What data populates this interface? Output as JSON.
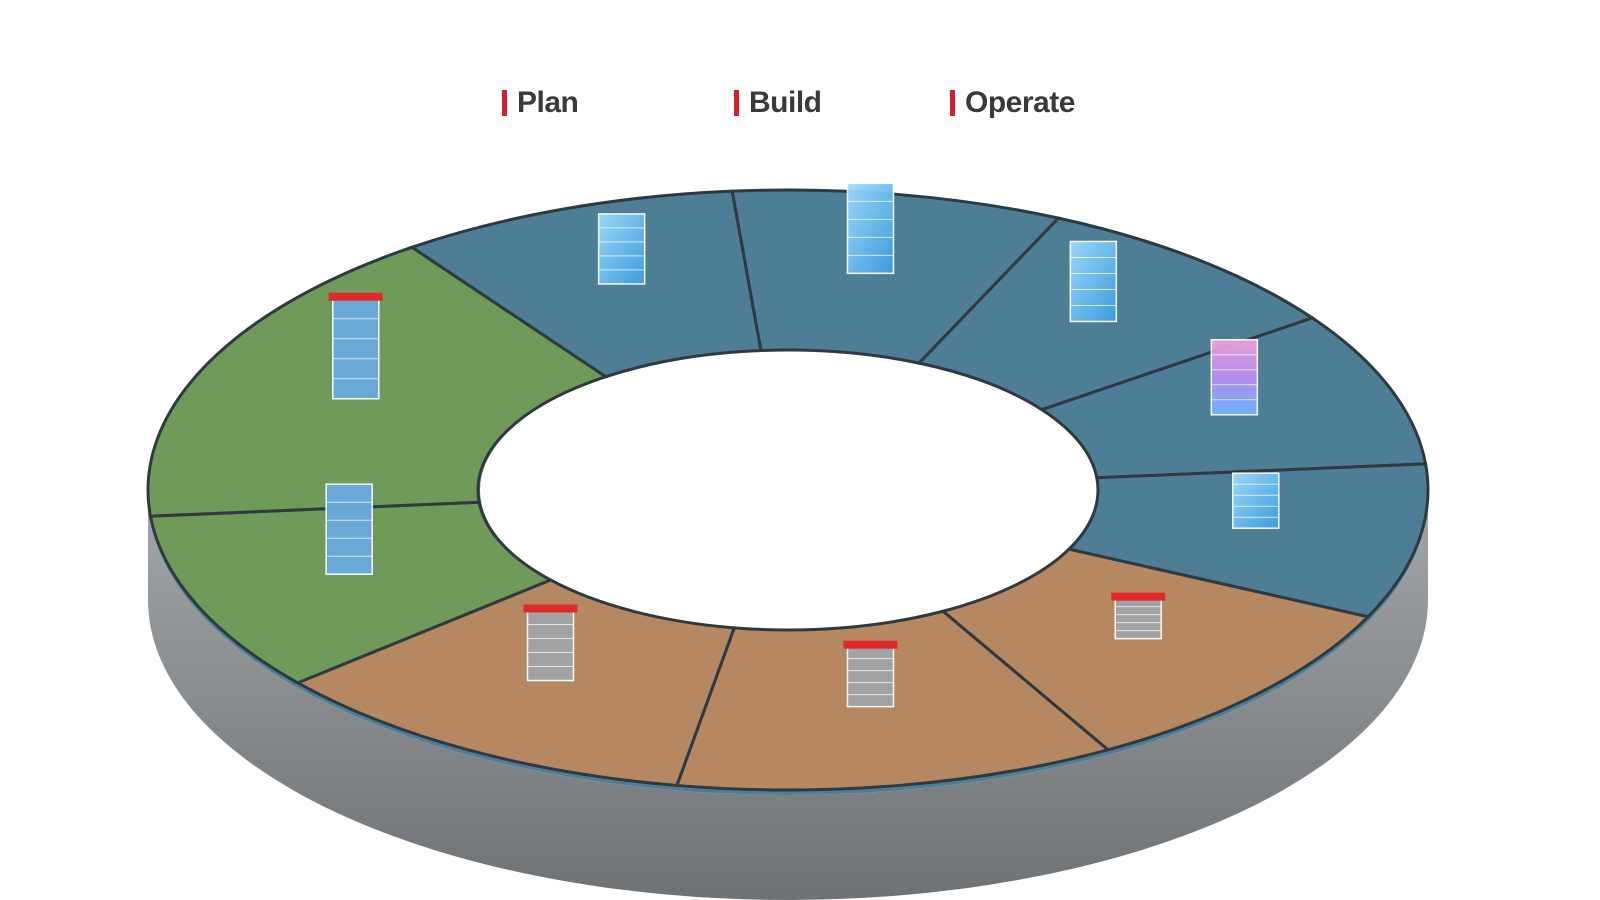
{
  "legend": [
    {
      "label": "Plan"
    },
    {
      "label": "Build"
    },
    {
      "label": "Operate"
    }
  ],
  "colors": {
    "accent": "#d6202e",
    "text": "#3a3a3a",
    "plan_top": "#4d7e96",
    "build_top": "#b58862",
    "operate_top": "#6f9a5a",
    "ring_side": "#8c8f92",
    "glass": "#5fb8ef",
    "crane": "#e02a2a"
  },
  "segments": [
    {
      "phase": "Plan",
      "content": "glass-panels-icon"
    },
    {
      "phase": "Plan",
      "content": "tower-cluster-icon"
    },
    {
      "phase": "Plan",
      "content": "tower-with-trees-icon"
    },
    {
      "phase": "Plan",
      "content": "data-tower-icon"
    },
    {
      "phase": "Plan",
      "content": "floorplan-icon"
    },
    {
      "phase": "Build",
      "content": "warehouse-truck-icon"
    },
    {
      "phase": "Build",
      "content": "frame-construction-icon"
    },
    {
      "phase": "Build",
      "content": "core-construction-icon"
    },
    {
      "phase": "Operate",
      "content": "finished-campus-icon"
    },
    {
      "phase": "Operate",
      "content": "crane-towers-icon"
    }
  ]
}
